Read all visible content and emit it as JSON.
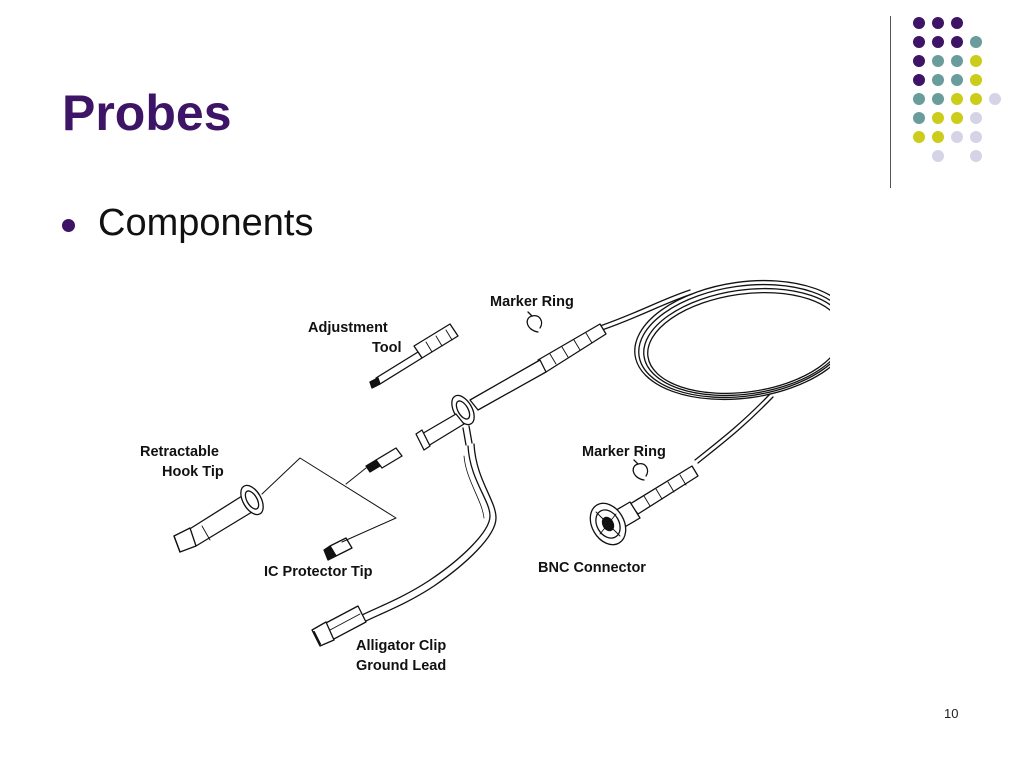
{
  "slide": {
    "title": "Probes",
    "bullets": [
      "Components"
    ],
    "page_number": "10"
  },
  "diagram": {
    "labels": {
      "adjustment_tool_line1": "Adjustment",
      "adjustment_tool_line2": "Tool",
      "marker_ring_top": "Marker Ring",
      "retractable_hook_tip_line1": "Retractable",
      "retractable_hook_tip_line2": "Hook Tip",
      "marker_ring_bottom": "Marker Ring",
      "ic_protector_tip": "IC Protector Tip",
      "bnc_connector": "BNC Connector",
      "alligator_clip_line1": "Alligator Clip",
      "alligator_clip_line2": "Ground Lead"
    }
  },
  "theme": {
    "title_color": "#3d1466",
    "dot_colors": {
      "purple": "#3d1466",
      "teal": "#6a9c9c",
      "yellow": "#cccc1a",
      "lavender": "#d4d4e6"
    }
  }
}
